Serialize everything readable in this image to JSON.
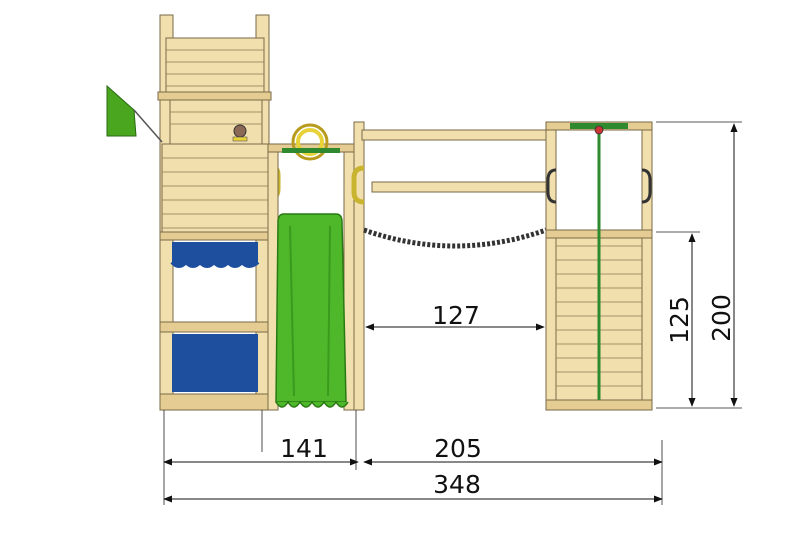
{
  "dimensions": {
    "width_left": "141",
    "width_right": "205",
    "width_total": "348",
    "gap_between": "127",
    "height_platform": "125",
    "height_total": "200"
  },
  "colors": {
    "wood": "#f2dfae",
    "slide_green": "#4fb82a",
    "flag_green": "#4aa61f",
    "awning_blue": "#1d4f9e",
    "handle_yellow": "#e8d23a",
    "rope_green": "#2f8a2f"
  }
}
